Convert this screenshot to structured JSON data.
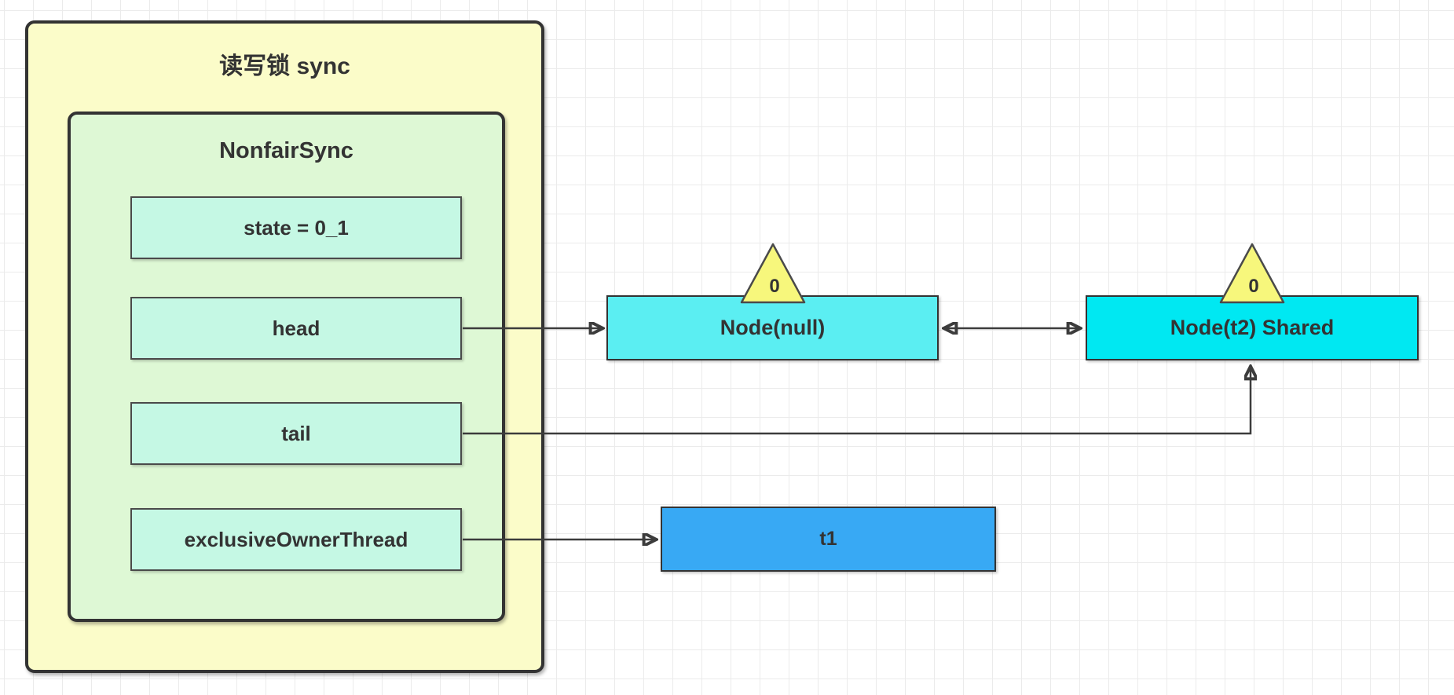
{
  "canvas": {
    "background": "#ffffff",
    "grid_color": "#ebebeb"
  },
  "outer_box": {
    "title": "读写锁 sync",
    "fill": "#fbfcc9",
    "border": "#333333"
  },
  "inner_box": {
    "title": "NonfairSync",
    "fill": "#def8d5"
  },
  "fields": [
    {
      "label": "state = 0_1"
    },
    {
      "label": "head"
    },
    {
      "label": "tail"
    },
    {
      "label": "exclusiveOwnerThread"
    }
  ],
  "field_style": {
    "fill": "#c5f8e4"
  },
  "nodes": [
    {
      "label": "Node(null)",
      "badge": "0",
      "fill": "#5beef2"
    },
    {
      "label": "Node(t2) Shared",
      "badge": "0",
      "fill": "#00e8f2"
    }
  ],
  "badge_style": {
    "fill": "#f7f77c",
    "border": "#4a4a4a"
  },
  "thread_box": {
    "label": "t1",
    "fill": "#38a9f4"
  },
  "connector_style": {
    "color": "#3c3c3c"
  }
}
